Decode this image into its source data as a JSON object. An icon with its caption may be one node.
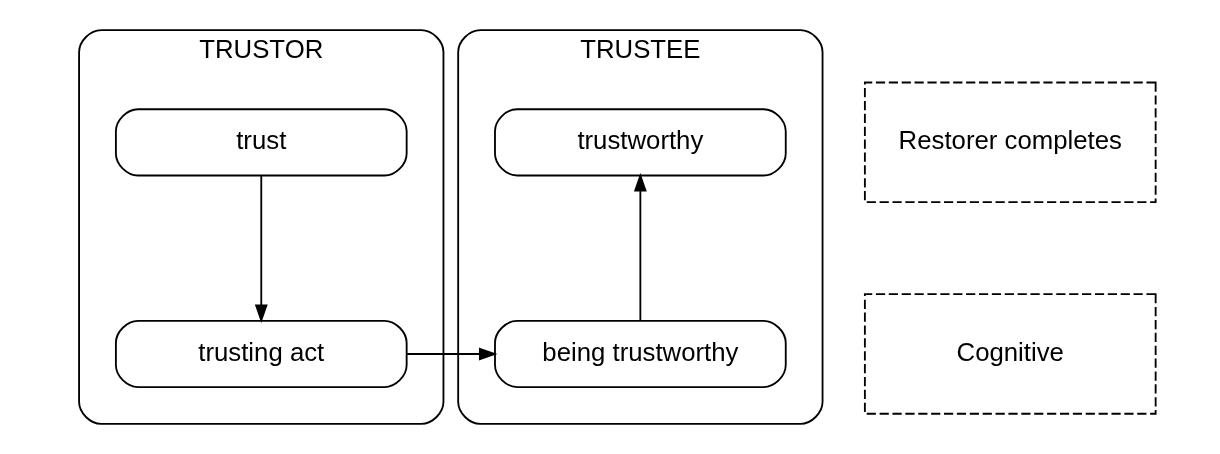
{
  "diagram": {
    "nodes": [
      {
        "text": [
          "TRUSTOR"
        ]
      },
      {
        "text": [
          "TRUSTEE"
        ]
      },
      {
        "text": [
          "Cognitive"
        ]
      },
      {
        "text": [
          "Restorer completes"
        ]
      },
      {
        "text": [
          "trusting act"
        ],
        "in": 0
      },
      {
        "text": [
          "being trustworthy"
        ],
        "in": 1
      },
      {
        "text": [
          "trust"
        ],
        "in": 0
      },
      {
        "text": [
          "trustworthy"
        ],
        "in": 1
      }
    ],
    "edges": [
      {
        "from": 6,
        "to": 4,
        "arrow": "to"
      },
      {
        "from": 4,
        "to": 5,
        "arrow": "to"
      },
      {
        "from": 5,
        "to": 7,
        "arrow": "to"
      }
    ]
  }
}
